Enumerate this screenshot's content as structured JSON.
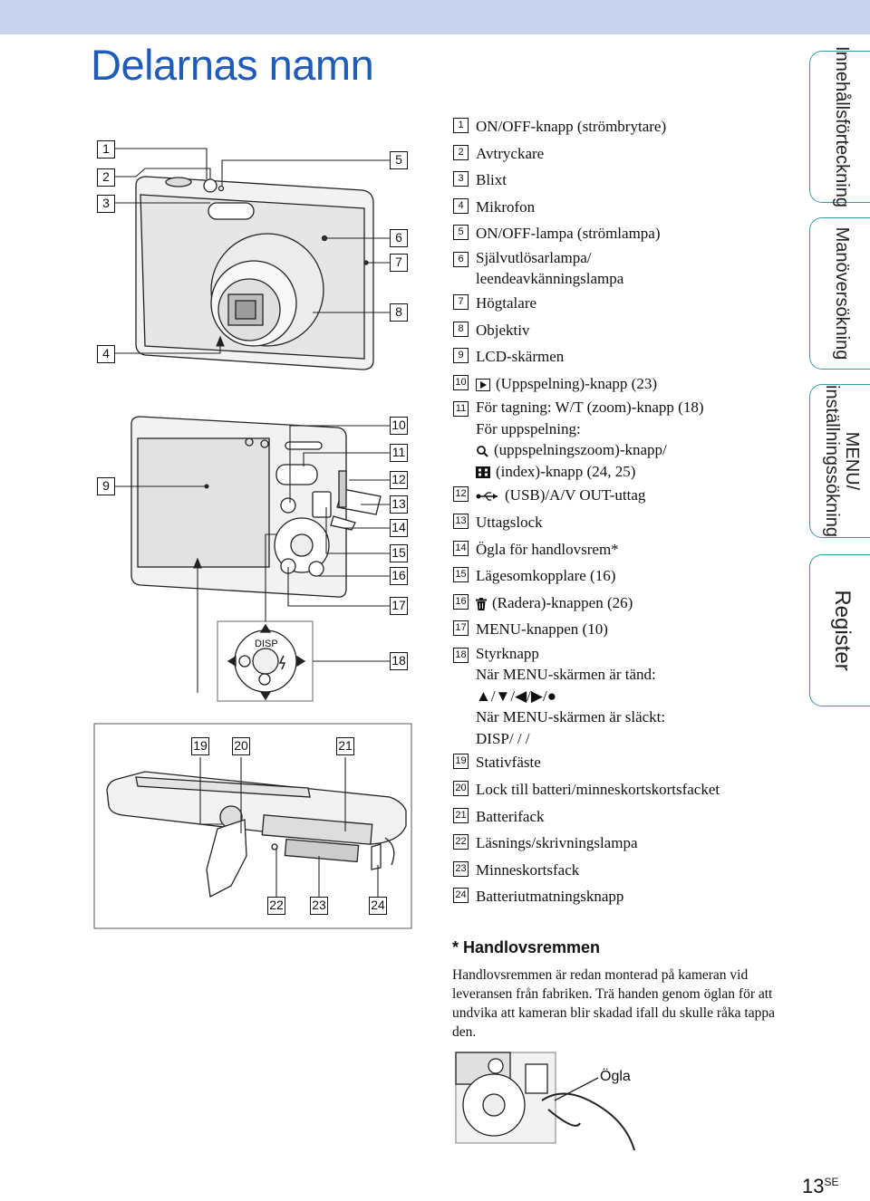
{
  "page": {
    "title": "Delarnas namn",
    "page_number": "13",
    "page_suffix": "SE"
  },
  "side_tabs": [
    {
      "label": "Innehållsförteckning"
    },
    {
      "label": "Manöversökning"
    },
    {
      "label": "MENU/\ninställningssökning"
    },
    {
      "label": "Register"
    }
  ],
  "callouts": [
    "1",
    "2",
    "3",
    "4",
    "5",
    "6",
    "7",
    "8",
    "9",
    "10",
    "11",
    "12",
    "13",
    "14",
    "15",
    "16",
    "17",
    "18",
    "19",
    "20",
    "21",
    "22",
    "23",
    "24"
  ],
  "dial": {
    "disp": "DISP"
  },
  "parts": [
    {
      "num": "1",
      "lines": [
        "ON/OFF-knapp (strömbrytare)"
      ]
    },
    {
      "num": "2",
      "lines": [
        "Avtryckare"
      ]
    },
    {
      "num": "3",
      "lines": [
        "Blixt"
      ]
    },
    {
      "num": "4",
      "lines": [
        "Mikrofon"
      ]
    },
    {
      "num": "5",
      "lines": [
        "ON/OFF-lampa (strömlampa)"
      ]
    },
    {
      "num": "6",
      "lines": [
        "Självutlösarlampa/",
        "leendeavkänningslampa"
      ]
    },
    {
      "num": "7",
      "lines": [
        "Högtalare"
      ]
    },
    {
      "num": "8",
      "lines": [
        "Objektiv"
      ]
    },
    {
      "num": "9",
      "lines": [
        "LCD-skärmen"
      ]
    },
    {
      "num": "10",
      "lines": [
        "(Uppspelning)-knapp (23)"
      ]
    },
    {
      "num": "11",
      "lines": [
        "För tagning: W/T (zoom)-knapp (18)",
        "För uppspelning:",
        "(uppspelningszoom)-knapp/",
        "(index)-knapp (24, 25)"
      ]
    },
    {
      "num": "12",
      "lines": [
        "(USB)/A/V OUT-uttag"
      ]
    },
    {
      "num": "13",
      "lines": [
        "Uttagslock"
      ]
    },
    {
      "num": "14",
      "lines": [
        "Ögla för handlovsrem*"
      ]
    },
    {
      "num": "15",
      "lines": [
        "Lägesomkopplare (16)"
      ]
    },
    {
      "num": "16",
      "lines": [
        "(Radera)-knappen (26)"
      ]
    },
    {
      "num": "17",
      "lines": [
        "MENU-knappen (10)"
      ]
    },
    {
      "num": "18",
      "lines": [
        "Styrknapp",
        "När MENU-skärmen är tänd:",
        "▲/▼/◀/▶/●",
        "När MENU-skärmen är släckt:",
        "DISP/ / / "
      ]
    },
    {
      "num": "19",
      "lines": [
        "Stativfäste"
      ]
    },
    {
      "num": "20",
      "lines": [
        "Lock till batteri/minneskortskortsfacket"
      ]
    },
    {
      "num": "21",
      "lines": [
        "Batterifack"
      ]
    },
    {
      "num": "22",
      "lines": [
        "Läsnings/skrivningslampa"
      ]
    },
    {
      "num": "23",
      "lines": [
        "Minneskortsfack"
      ]
    },
    {
      "num": "24",
      "lines": [
        "Batteriutmatningsknapp"
      ]
    }
  ],
  "note": {
    "title": "* Handlovsremmen",
    "body": "Handlovsremmen är redan monterad på kameran vid leveransen från fabriken. Trä handen genom öglan för att undvika att kameran blir skadad ifall du skulle råka tappa den.",
    "strap_label": "Ögla"
  }
}
